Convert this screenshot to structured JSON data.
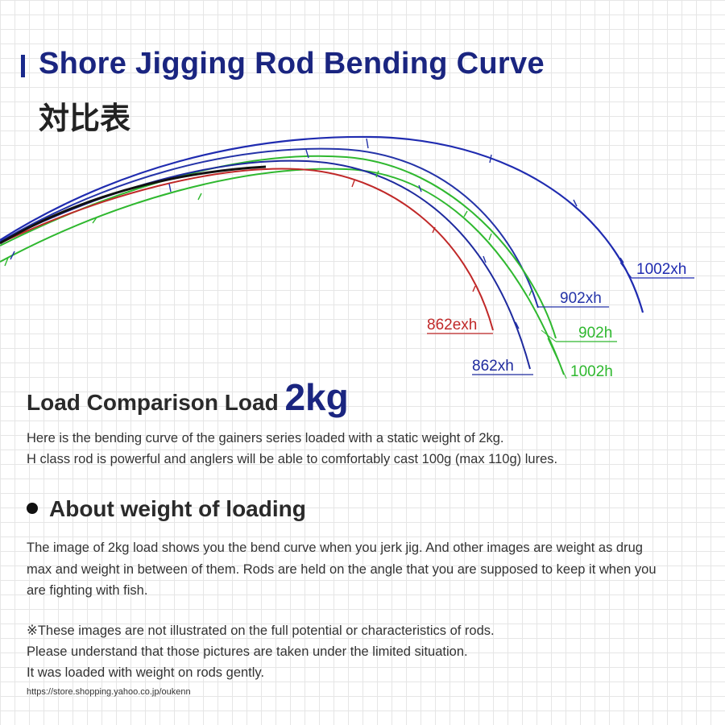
{
  "title": {
    "line1": "Shore Jigging Rod Bending Curve",
    "line2": "対比表"
  },
  "rods": [
    {
      "label": "1002xh",
      "color": "#1f2bb0"
    },
    {
      "label": "902xh",
      "color": "#2433a8"
    },
    {
      "label": "902h",
      "color": "#2fb82f"
    },
    {
      "label": "862exh",
      "color": "#c02828"
    },
    {
      "label": "862xh",
      "color": "#1e2a9e"
    },
    {
      "label": "1002h",
      "color": "#2fb82f"
    }
  ],
  "load": {
    "heading": "Load Comparison Load",
    "value": "2kg",
    "lines": [
      "Here is the bending curve of the gainers series loaded with a static weight of 2kg.",
      "H class rod is powerful and anglers will be able to comfortably cast 100g (max 110g) lures."
    ]
  },
  "about": {
    "heading": "About weight of loading",
    "lines": [
      "The image of 2kg load shows you the bend curve when you jerk jig. And other images are weight as drug",
      "max and weight in between of them. Rods are held on the angle that you are supposed to keep it when you",
      "are fighting with fish."
    ]
  },
  "note": {
    "lines": [
      "※These images are not illustrated on the full potential or characteristics of rods.",
      "Please understand that those pictures are taken under the limited situation.",
      "It was loaded with weight on rods gently."
    ]
  },
  "url": "https://store.shopping.yahoo.co.jp/oukenn"
}
